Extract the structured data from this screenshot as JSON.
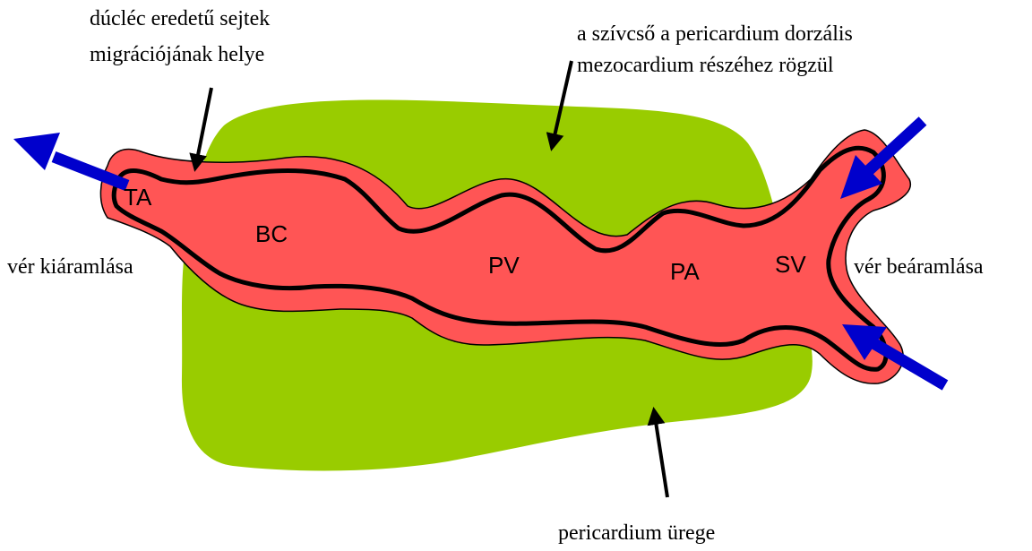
{
  "labels": {
    "neural_crest": [
      "dúcléc eredetű sejtek",
      "migrációjának helye"
    ],
    "mesocardium": [
      "a szívcső a pericardium dorzális",
      "mezocardium részéhez rögzül"
    ],
    "outflow": "vér kiáramlása",
    "inflow": "vér beáramlása",
    "pericardial_cavity": "pericardium ürege"
  },
  "segments": {
    "ta": "TA",
    "bc": "BC",
    "pv": "PV",
    "pa": "PA",
    "sv": "SV"
  },
  "colors": {
    "pericardium": "#99cc00",
    "heart_tube": "#ff5555",
    "lining": "#000000",
    "flow_arrow": "#0000cc",
    "pointer_arrow": "#000000"
  }
}
